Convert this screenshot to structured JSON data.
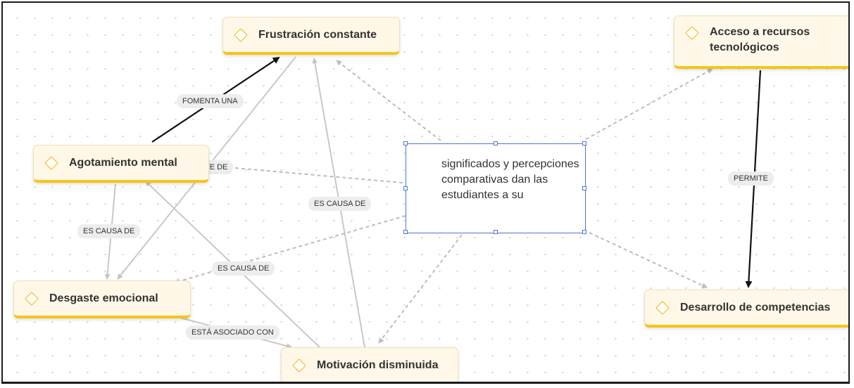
{
  "nodes": {
    "frustracion": "Frustración constante",
    "agotamiento": "Agotamiento mental",
    "desgaste": "Desgaste emocional",
    "motivacion": "Motivación disminuida",
    "acceso": "Acceso a recursos tecnológicos",
    "desarrollo": "Desarrollo de competencias"
  },
  "center_text": "significados y percepciones comparativas dan las estudiantes a su",
  "labels": {
    "fomenta": "FOMENTA UNA",
    "te_de": "TE DE",
    "es_causa_1": "ES CAUSA DE",
    "es_causa_2": "ES CAUSA DE",
    "es_causa_3": "ES CAUSA DE",
    "asociado": "ESTÁ ASOCIADO CON",
    "permite": "PERMITE"
  },
  "colors": {
    "node_bg": "#fff8e8",
    "node_accent": "#f5c518",
    "selection": "#4a78d0",
    "edge_gray": "#c8c8c8",
    "edge_dashed": "#bdbdbd",
    "edge_black": "#111111"
  }
}
